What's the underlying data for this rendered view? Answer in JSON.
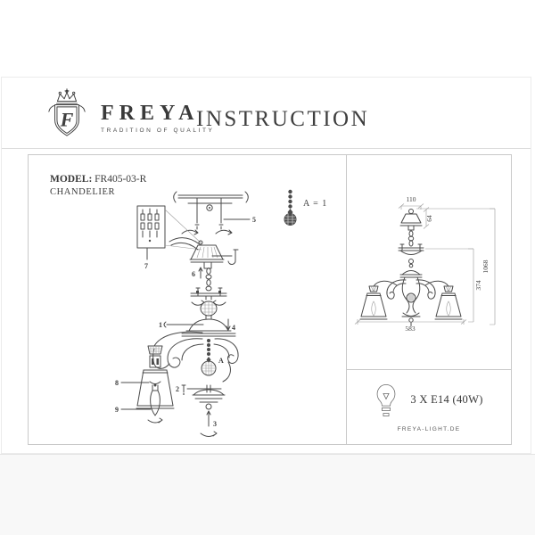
{
  "header": {
    "brand": "FREYA",
    "crest_letter": "F",
    "tagline": "TRADITION OF QUALITY",
    "title": "INSTRUCTION"
  },
  "left_panel": {
    "model_label": "MODEL:",
    "model_number": "FR405-03-R",
    "product_type": "CHANDELIER",
    "legend_text": "A = 1",
    "parts": {
      "p1": "1",
      "p2": "2",
      "p3": "3",
      "p4": "4",
      "p5": "5",
      "p6": "6",
      "p7": "7",
      "p8": "8",
      "p9": "9",
      "pA": "A"
    }
  },
  "dimensions_panel": {
    "canopy_width_mm": "110",
    "canopy_height_mm": "64",
    "body_height_mm": "374",
    "total_height_mm": "1068",
    "fixture_width_mm": "583"
  },
  "spec_panel": {
    "bulb_spec": "3 X E14 (40W)",
    "website": "FREYA-LIGHT.DE"
  }
}
